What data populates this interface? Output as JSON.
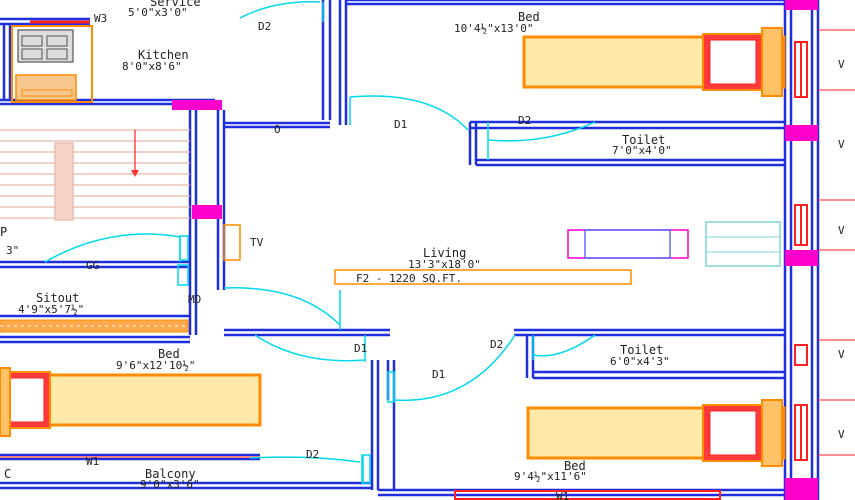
{
  "rooms": {
    "service": {
      "name": "Service",
      "size": "5'0\"x3'0\""
    },
    "kitchen": {
      "name": "Kitchen",
      "size": "8'0\"x8'6\""
    },
    "bed_top": {
      "name": "Bed",
      "size": "10'4½\"x13'0\""
    },
    "toilet_top": {
      "name": "Toilet",
      "size": "7'0\"x4'0\""
    },
    "living": {
      "name": "Living",
      "size": "13'3\"x18'0\""
    },
    "sitout": {
      "name": "Sitout",
      "size": "4'9\"x5'7½\""
    },
    "bed_left": {
      "name": "Bed",
      "size": "9'6\"x12'10½\""
    },
    "toilet_mid": {
      "name": "Toilet",
      "size": "6'0\"x4'3\""
    },
    "bed_bottom": {
      "name": "Bed",
      "size": "9'4½\"x11'6\""
    },
    "balcony": {
      "name": "Balcony",
      "size": "9'0\"x3'6\""
    },
    "pooja_partial": {
      "name": "P",
      "size": "3\""
    },
    "wc_partial": {
      "name": "C"
    }
  },
  "area_label": "F2 - 1220 SQ.FT.",
  "tags": {
    "w3": "W3",
    "d2_service": "D2",
    "o": "O",
    "d1_bed": "D1",
    "d2_toilet_top": "D2",
    "tv": "TV",
    "gg": "GG",
    "md": "MD",
    "d1_left": "D1",
    "d1_bottom": "D1",
    "d2_toilet_mid": "D2",
    "w1_balcony": "W1",
    "d2_balcony": "D2",
    "w1_bottom": "W1",
    "v1": "V",
    "v2": "V",
    "v3": "V",
    "v4": "V",
    "v5": "V"
  },
  "colors": {
    "wall": "#1f2fe0",
    "door": "#00d8ee",
    "bed_frame": "#ff8c00",
    "bed_fill": "#ffe9a8",
    "window": "#ff2020",
    "column": "#ff00cc",
    "stair": "#e8b9a8"
  }
}
